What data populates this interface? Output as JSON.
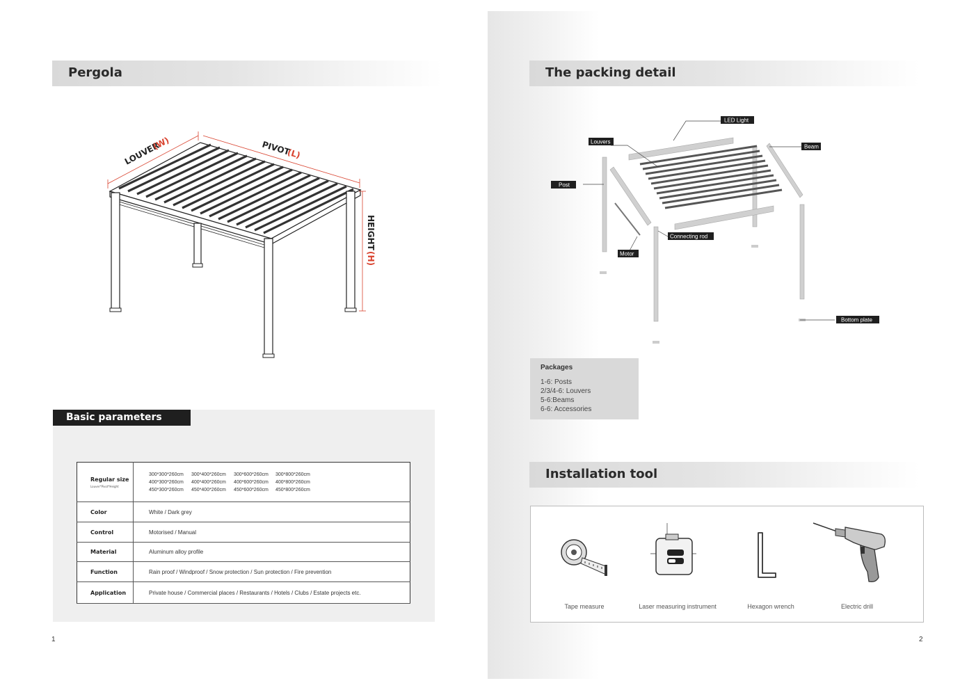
{
  "left_page": {
    "title": "Pergola",
    "diagram": {
      "louver_label": "LOUVER",
      "louver_code": "(W)",
      "pivot_label": "PIVOT",
      "pivot_code": "(L)",
      "height_label": "HEIGHT",
      "height_code": "(H)"
    },
    "basic_parameters": {
      "title": "Basic parameters",
      "rows": [
        {
          "key": "Regular size",
          "sub": "Louver*Pivot*Height",
          "sizes": [
            "300*300*260cm",
            "300*400*260cm",
            "300*600*260cm",
            "300*800*260cm",
            "400*300*260cm",
            "400*400*260cm",
            "400*600*260cm",
            "400*800*260cm",
            "450*300*260cm",
            "450*400*260cm",
            "450*600*260cm",
            "450*800*260cm"
          ]
        },
        {
          "key": "Color",
          "value": "White  / Dark grey"
        },
        {
          "key": "Control",
          "value": "Motorised  / Manual"
        },
        {
          "key": "Material",
          "value": "Aluminum alloy profile"
        },
        {
          "key": "Function",
          "value": "Rain proof / Windproof / Snow protection / Sun protection / Fire prevention"
        },
        {
          "key": "Application",
          "value": "Private house /  Commercial places /  Restaurants / Hotels / Clubs / Estate projects etc."
        }
      ]
    },
    "page_number": "1"
  },
  "right_page": {
    "packing_title": "The packing detail",
    "parts": {
      "led_light": "LED Light",
      "louvers": "Louvers",
      "beam": "Beam",
      "post": "Post",
      "connecting_rod": "Connecting rod",
      "motor": "Motor",
      "bottom_plate": "Bottom plate"
    },
    "packages": {
      "title": "Packages",
      "items": [
        "1-6: Posts",
        "2/3/4-6: Louvers",
        "5-6:Beams",
        "6-6: Accessories"
      ]
    },
    "installation_title": "Installation tool",
    "tools": [
      {
        "label": "Tape measure",
        "icon": "tape-measure-icon"
      },
      {
        "label": "Laser measuring instrument",
        "icon": "laser-level-icon"
      },
      {
        "label": "Hexagon wrench",
        "icon": "hex-wrench-icon"
      },
      {
        "label": "Electric drill",
        "icon": "electric-drill-icon"
      }
    ],
    "page_number": "2"
  },
  "colors": {
    "accent_red": "#d9432f",
    "dark_tag": "#1f1f1f",
    "panel_grey": "#efefef",
    "packages_grey": "#d9d9d9"
  }
}
